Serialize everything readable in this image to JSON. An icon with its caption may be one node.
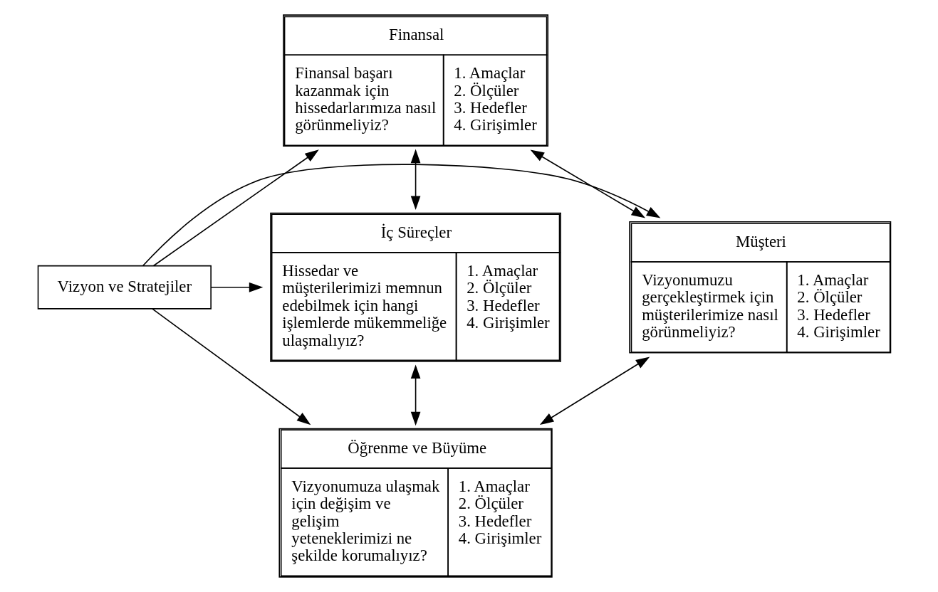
{
  "diagram": {
    "nodes": [
      {
        "text": [
          "Finansal",
          "Finansal başarı kazanmak için hissedarlarımıza nasıl görünmeliyiz?",
          "1. Amaçlar",
          "2. Ölçüler",
          "3. Hedefler",
          "4. Girişimler"
        ]
      },
      {
        "text": [
          "Müşteri",
          "Vizyonumuzu gerçekleştirmek için müşterilerimize nasıl görünmeliyiz?",
          "1. Amaçlar",
          "2. Ölçüler",
          "3. Hedefler",
          "4. Girişimler"
        ]
      },
      {
        "text": [
          "Vizyon ve Stratejiler"
        ]
      },
      {
        "text": [
          "İç Süreçler",
          "Hissedar ve müşterilerimizi memnun edebilmek için hangi işlemlerde mükemmeliğe ulaşmalıyız?",
          "1. Amaçlar",
          "2. Ölçüler",
          "3. Hedefler",
          "4. Girişimler"
        ]
      },
      {
        "text": [
          "Öğrenme ve Büyüme",
          "Vizyonumuza ulaşmak için değişim ve gelişim yeteneklerimizi ne şekilde korumalıyız?",
          "1. Amaçlar",
          "2. Ölçüler",
          "3. Hedefler",
          "4. Girişimler"
        ]
      }
    ],
    "edges": [
      {
        "from": 2,
        "to": 0,
        "arrow": "to"
      },
      {
        "from": 2,
        "to": 1,
        "arrow": "to"
      },
      {
        "from": 2,
        "to": 3,
        "arrow": "to"
      },
      {
        "from": 2,
        "to": 4,
        "arrow": "to"
      },
      {
        "from": 0,
        "to": 1,
        "arrow": "both"
      },
      {
        "from": 0,
        "to": 3,
        "arrow": "both"
      },
      {
        "from": 1,
        "to": 4,
        "arrow": "both"
      },
      {
        "from": 3,
        "to": 4,
        "arrow": "both"
      }
    ]
  }
}
